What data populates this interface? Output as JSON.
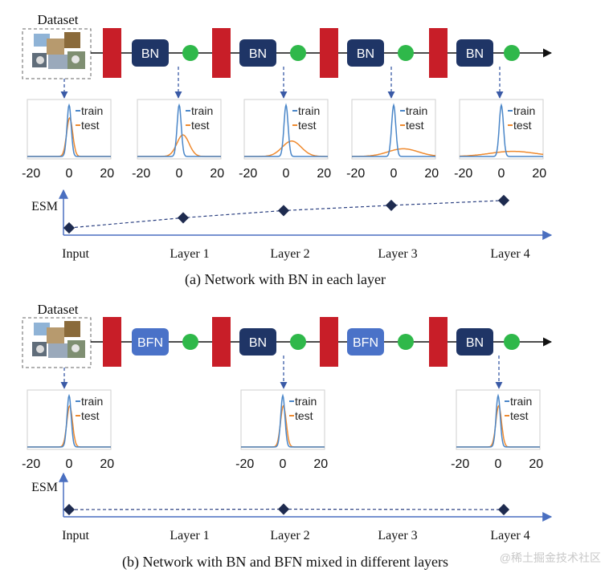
{
  "colors": {
    "layer_block": "#c81e28",
    "bn_box": "#1f3566",
    "bfn_box": "#4a72c8",
    "activation": "#2fb84a",
    "train_curve": "#4a86c8",
    "test_curve": "#ef8a2f",
    "dash": "#3a5aa6",
    "esm_axis": "#4a6fc0",
    "esm_marker": "#1e2b4f"
  },
  "panel_a": {
    "dataset_label": "Dataset",
    "blocks": [
      "BN",
      "BN",
      "BN",
      "BN"
    ],
    "plots": [
      {
        "legend_train": "train",
        "legend_test": "test",
        "ticks": [
          "-20",
          "0",
          "20"
        ]
      },
      {
        "legend_train": "train",
        "legend_test": "test",
        "ticks": [
          "-20",
          "0",
          "20"
        ]
      },
      {
        "legend_train": "train",
        "legend_test": "test",
        "ticks": [
          "-20",
          "0",
          "20"
        ]
      },
      {
        "legend_train": "train",
        "legend_test": "test",
        "ticks": [
          "-20",
          "0",
          "20"
        ]
      },
      {
        "legend_train": "train",
        "legend_test": "test",
        "ticks": [
          "-20",
          "0",
          "20"
        ]
      }
    ],
    "esm_label": "ESM",
    "x_labels": [
      "Input",
      "Layer 1",
      "Layer 2",
      "Layer 3",
      "Layer 4"
    ],
    "esm_values": [
      0.0,
      0.35,
      0.6,
      0.78,
      0.95
    ],
    "caption": "(a) Network with BN in each layer"
  },
  "panel_b": {
    "dataset_label": "Dataset",
    "blocks": [
      "BFN",
      "BN",
      "BFN",
      "BN"
    ],
    "plots": [
      {
        "legend_train": "train",
        "legend_test": "test",
        "ticks": [
          "-20",
          "0",
          "20"
        ]
      },
      {
        "legend_train": "train",
        "legend_test": "test",
        "ticks": [
          "-20",
          "0",
          "20"
        ]
      },
      {
        "legend_train": "train",
        "legend_test": "test",
        "ticks": [
          "-20",
          "0",
          "20"
        ]
      }
    ],
    "esm_label": "ESM",
    "x_labels": [
      "Input",
      "Layer 1",
      "Layer 2",
      "Layer 3",
      "Layer 4"
    ],
    "esm_values": [
      0.0,
      null,
      0.05,
      null,
      0.0
    ],
    "caption": "(b) Network with BN and BFN mixed in different layers"
  },
  "watermark": "@稀土掘金技术社区"
}
